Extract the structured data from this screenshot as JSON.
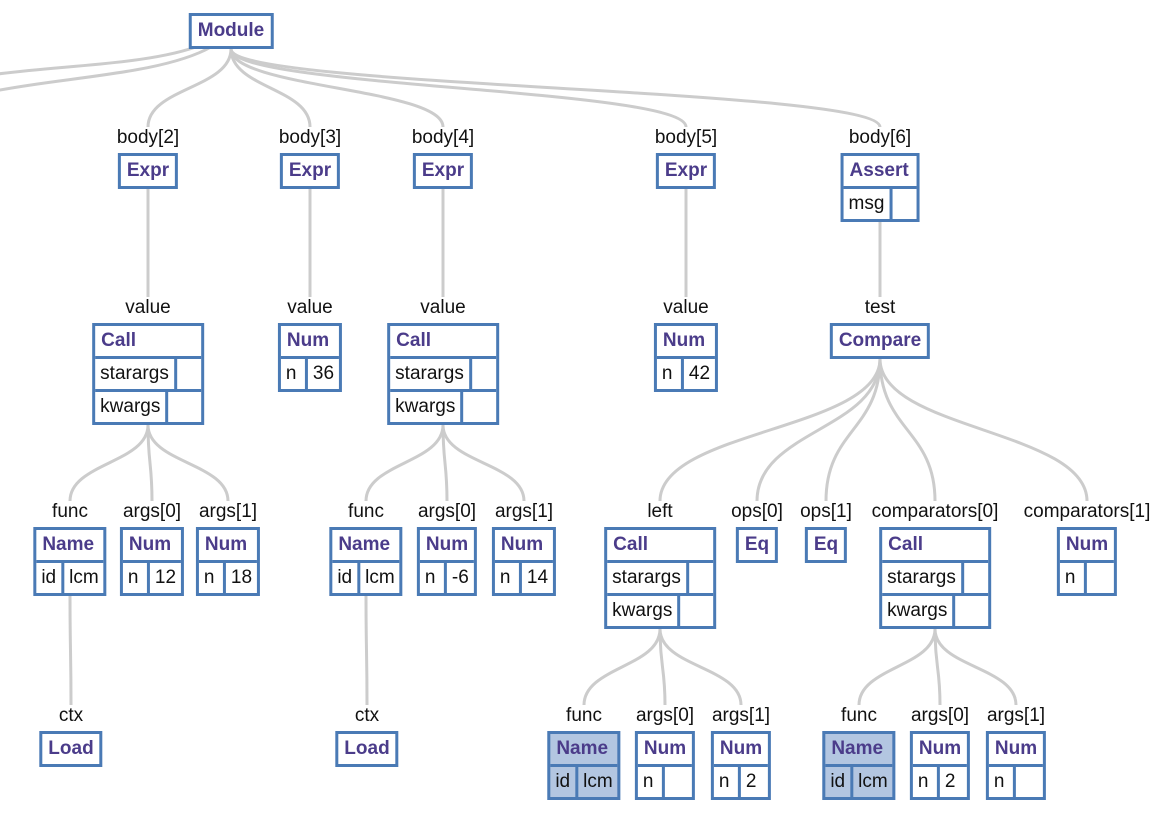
{
  "nodes": {
    "module": {
      "type": "Module"
    },
    "b2": {
      "edge": "body[2]",
      "type": "Expr"
    },
    "b3": {
      "edge": "body[3]",
      "type": "Expr"
    },
    "b4": {
      "edge": "body[4]",
      "type": "Expr"
    },
    "b5": {
      "edge": "body[5]",
      "type": "Expr"
    },
    "b6": {
      "edge": "body[6]",
      "type": "Assert",
      "f1": "msg",
      "v1": ""
    },
    "call1": {
      "edge": "value",
      "type": "Call",
      "f1": "starargs",
      "v1": "",
      "f2": "kwargs",
      "v2": ""
    },
    "num36": {
      "edge": "value",
      "type": "Num",
      "f1": "n",
      "v1": "36"
    },
    "call2": {
      "edge": "value",
      "type": "Call",
      "f1": "starargs",
      "v1": "",
      "f2": "kwargs",
      "v2": ""
    },
    "num42": {
      "edge": "value",
      "type": "Num",
      "f1": "n",
      "v1": "42"
    },
    "compare": {
      "edge": "test",
      "type": "Compare"
    },
    "name1": {
      "edge": "func",
      "type": "Name",
      "f1": "id",
      "v1": "lcm"
    },
    "num12": {
      "edge": "args[0]",
      "type": "Num",
      "f1": "n",
      "v1": "12"
    },
    "num18": {
      "edge": "args[1]",
      "type": "Num",
      "f1": "n",
      "v1": "18"
    },
    "name2": {
      "edge": "func",
      "type": "Name",
      "f1": "id",
      "v1": "lcm"
    },
    "numm6": {
      "edge": "args[0]",
      "type": "Num",
      "f1": "n",
      "v1": "-6"
    },
    "num14": {
      "edge": "args[1]",
      "type": "Num",
      "f1": "n",
      "v1": "14"
    },
    "call3": {
      "edge": "left",
      "type": "Call",
      "f1": "starargs",
      "v1": "",
      "f2": "kwargs",
      "v2": ""
    },
    "eq0": {
      "edge": "ops[0]",
      "type": "Eq"
    },
    "eq1": {
      "edge": "ops[1]",
      "type": "Eq"
    },
    "call4": {
      "edge": "comparators[0]",
      "type": "Call",
      "f1": "starargs",
      "v1": "",
      "f2": "kwargs",
      "v2": ""
    },
    "numc1": {
      "edge": "comparators[1]",
      "type": "Num",
      "f1": "n",
      "v1": ""
    },
    "load1": {
      "edge": "ctx",
      "type": "Load"
    },
    "load2": {
      "edge": "ctx",
      "type": "Load"
    },
    "name3": {
      "edge": "func",
      "type": "Name",
      "f1": "id",
      "v1": "lcm"
    },
    "num3a": {
      "edge": "args[0]",
      "type": "Num",
      "f1": "n",
      "v1": ""
    },
    "num3b": {
      "edge": "args[1]",
      "type": "Num",
      "f1": "n",
      "v1": "2"
    },
    "name4": {
      "edge": "func",
      "type": "Name",
      "f1": "id",
      "v1": "lcm"
    },
    "num4a": {
      "edge": "args[0]",
      "type": "Num",
      "f1": "n",
      "v1": "2"
    },
    "num4b": {
      "edge": "args[1]",
      "type": "Num",
      "f1": "n",
      "v1": ""
    }
  }
}
